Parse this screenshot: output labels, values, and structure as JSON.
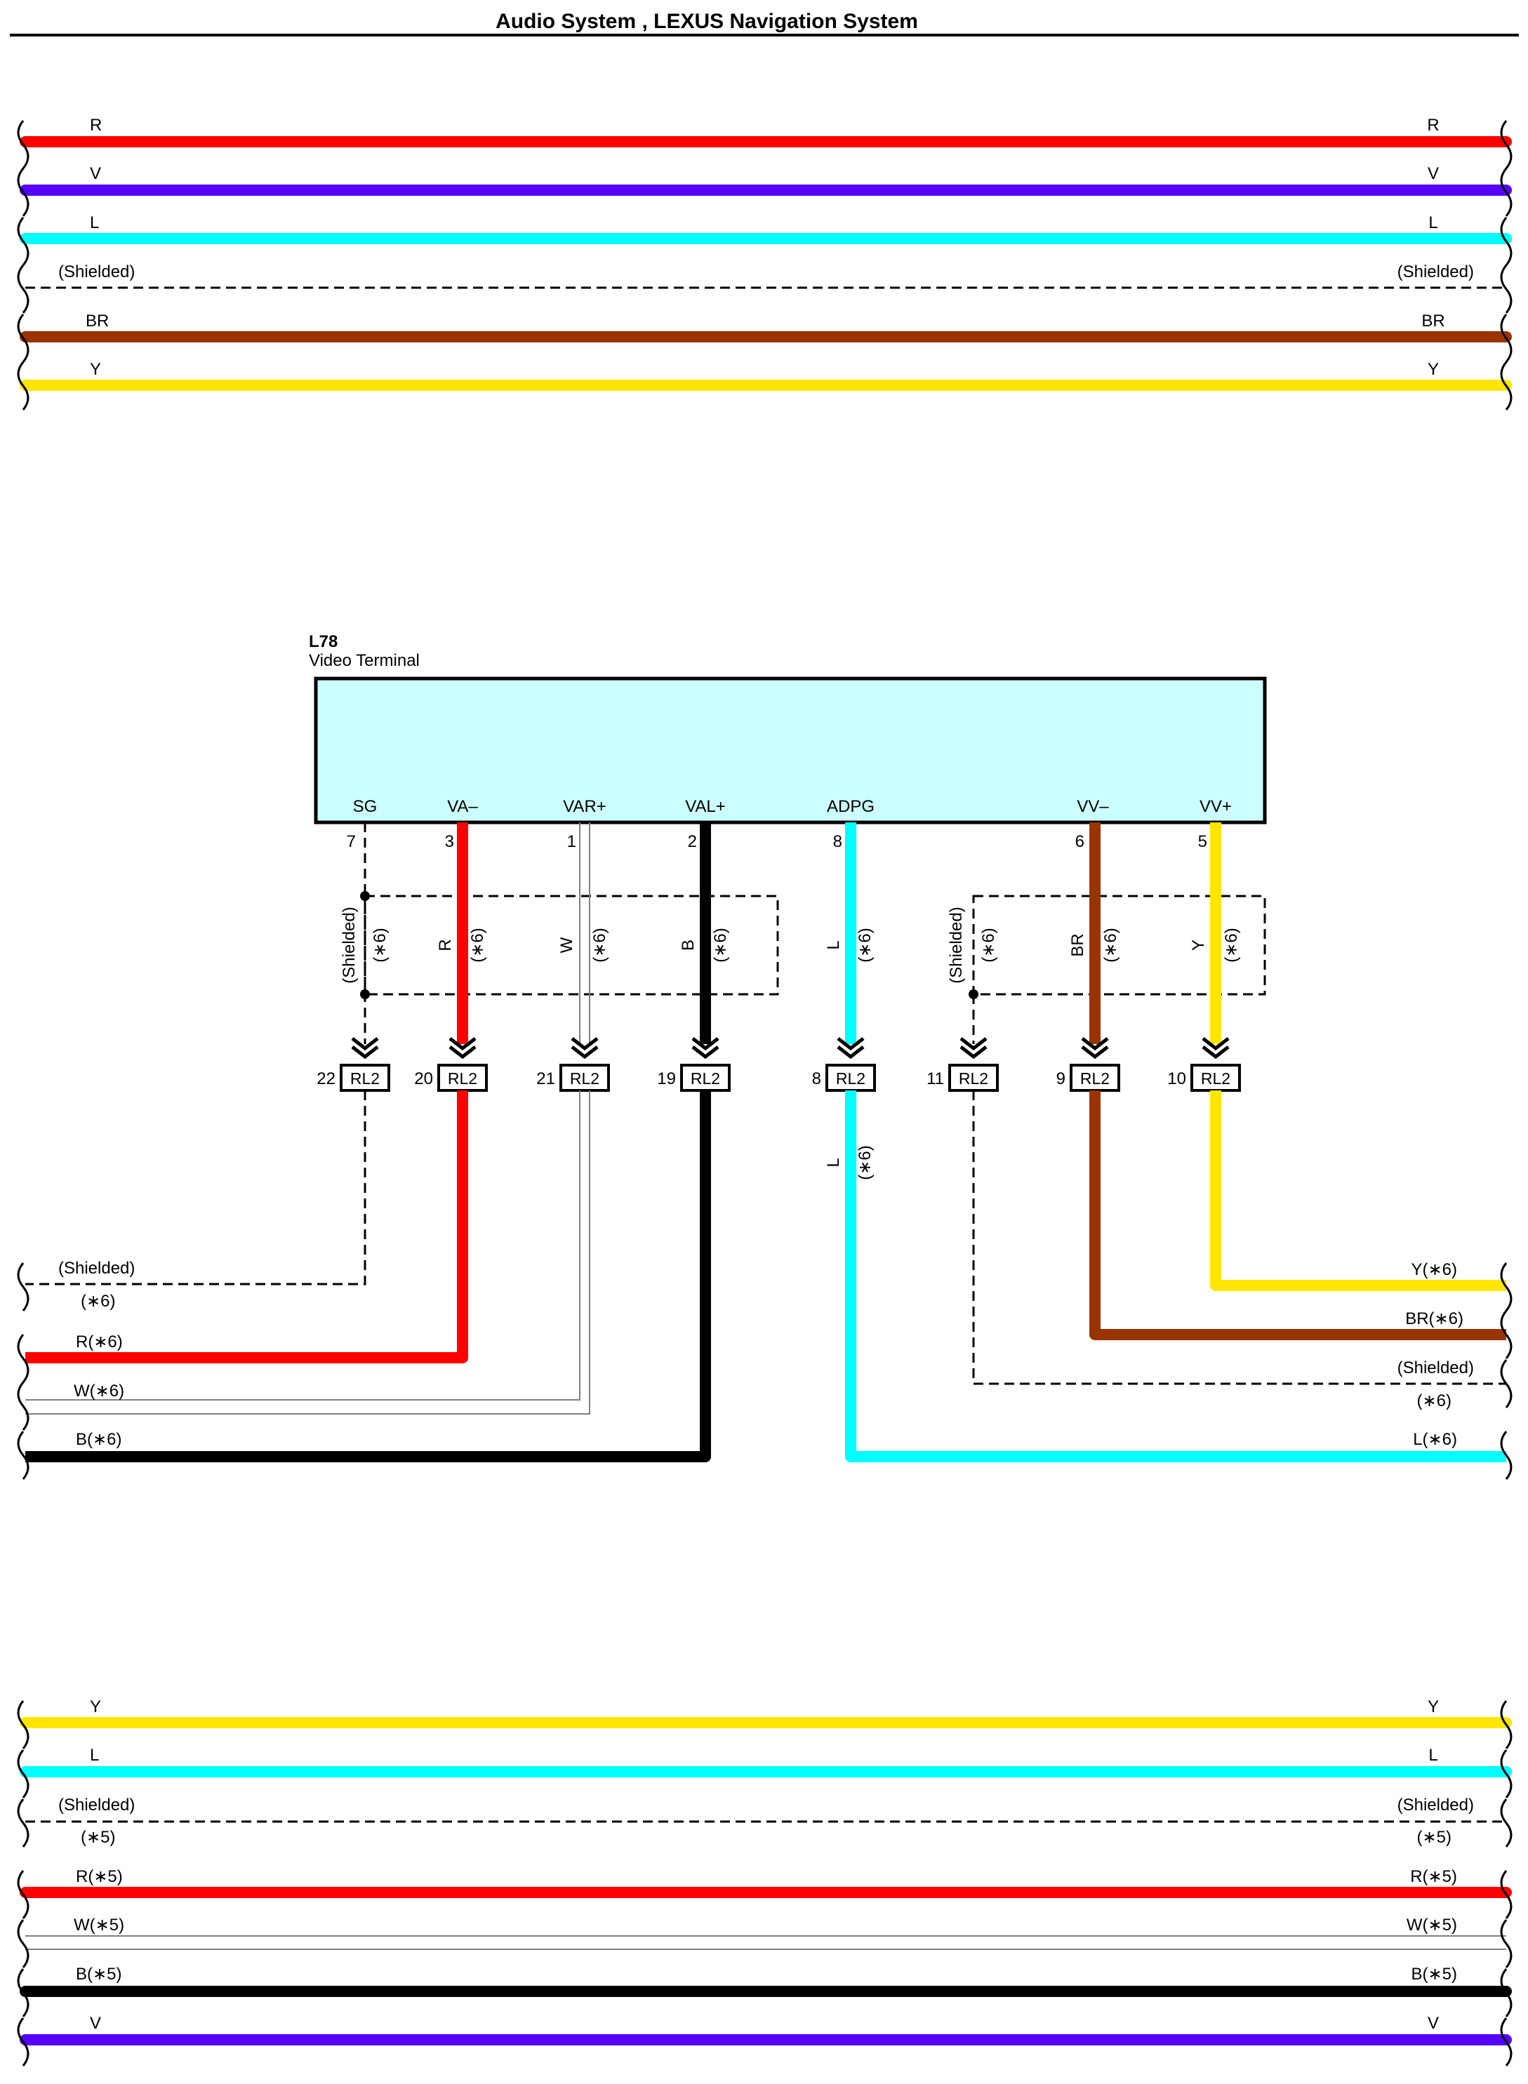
{
  "header": {
    "title": "Audio System , LEXUS Navigation System"
  },
  "colors": {
    "R": "#ff0000",
    "V": "#5500ff",
    "L": "#00ffff",
    "BR": "#993300",
    "Y": "#ffe600",
    "B": "#000000",
    "W": "#808080",
    "component_fill": "#ccffff"
  },
  "top_wires": [
    {
      "label_left": "R",
      "label_right": "R",
      "color": "R"
    },
    {
      "label_left": "V",
      "label_right": "V",
      "color": "V"
    },
    {
      "label_left": "L",
      "label_right": "L",
      "color": "L"
    },
    {
      "label_left": "(Shielded)",
      "label_right": "(Shielded)",
      "color": "shield"
    },
    {
      "label_left": "BR",
      "label_right": "BR",
      "color": "BR"
    },
    {
      "label_left": "Y",
      "label_right": "Y",
      "color": "Y"
    }
  ],
  "component": {
    "code": "L78",
    "name": "Video Terminal",
    "terminals": [
      {
        "name": "SG",
        "pin": "7"
      },
      {
        "name": "VA–",
        "pin": "3"
      },
      {
        "name": "VAR+",
        "pin": "1"
      },
      {
        "name": "VAL+",
        "pin": "2"
      },
      {
        "name": "ADPG",
        "pin": "8"
      },
      {
        "name": "VV–",
        "pin": "6"
      },
      {
        "name": "VV+",
        "pin": "5"
      }
    ]
  },
  "vertical_wire_labels": [
    {
      "color": "(Shielded)",
      "note": "(∗6)"
    },
    {
      "color": "R",
      "note": "(∗6)"
    },
    {
      "color": "W",
      "note": "(∗6)"
    },
    {
      "color": "B",
      "note": "(∗6)"
    },
    {
      "color": "L",
      "note": "(∗6)"
    },
    {
      "color": "(Shielded)",
      "note": "(∗6)"
    },
    {
      "color": "BR",
      "note": "(∗6)"
    },
    {
      "color": "Y",
      "note": "(∗6)"
    }
  ],
  "lower_vertical_label": {
    "color": "L",
    "note": "(∗6)"
  },
  "connectors": [
    {
      "pin": "22",
      "code": "RL2"
    },
    {
      "pin": "20",
      "code": "RL2"
    },
    {
      "pin": "21",
      "code": "RL2"
    },
    {
      "pin": "19",
      "code": "RL2"
    },
    {
      "pin": "8",
      "code": "RL2"
    },
    {
      "pin": "11",
      "code": "RL2"
    },
    {
      "pin": "9",
      "code": "RL2"
    },
    {
      "pin": "10",
      "code": "RL2"
    }
  ],
  "middle_left_labels": [
    {
      "text": "(Shielded)",
      "note": "(∗6)"
    },
    {
      "text": "R(∗6)"
    },
    {
      "text": "W(∗6)"
    },
    {
      "text": "B(∗6)"
    }
  ],
  "middle_right_labels": [
    {
      "text": "Y(∗6)"
    },
    {
      "text": "BR(∗6)"
    },
    {
      "text": "(Shielded)",
      "note": "(∗6)"
    },
    {
      "text": "L(∗6)"
    }
  ],
  "bottom_wires": [
    {
      "label_left": "Y",
      "label_right": "Y",
      "color": "Y"
    },
    {
      "label_left": "L",
      "label_right": "L",
      "color": "L"
    },
    {
      "label_left": "(Shielded)",
      "label_right": "(Shielded)",
      "note": "(∗5)",
      "color": "shield"
    },
    {
      "label_left": "R(∗5)",
      "label_right": "R(∗5)",
      "color": "R"
    },
    {
      "label_left": "W(∗5)",
      "label_right": "W(∗5)",
      "color": "W"
    },
    {
      "label_left": "B(∗5)",
      "label_right": "B(∗5)",
      "color": "B"
    },
    {
      "label_left": "V",
      "label_right": "V",
      "color": "V"
    }
  ]
}
